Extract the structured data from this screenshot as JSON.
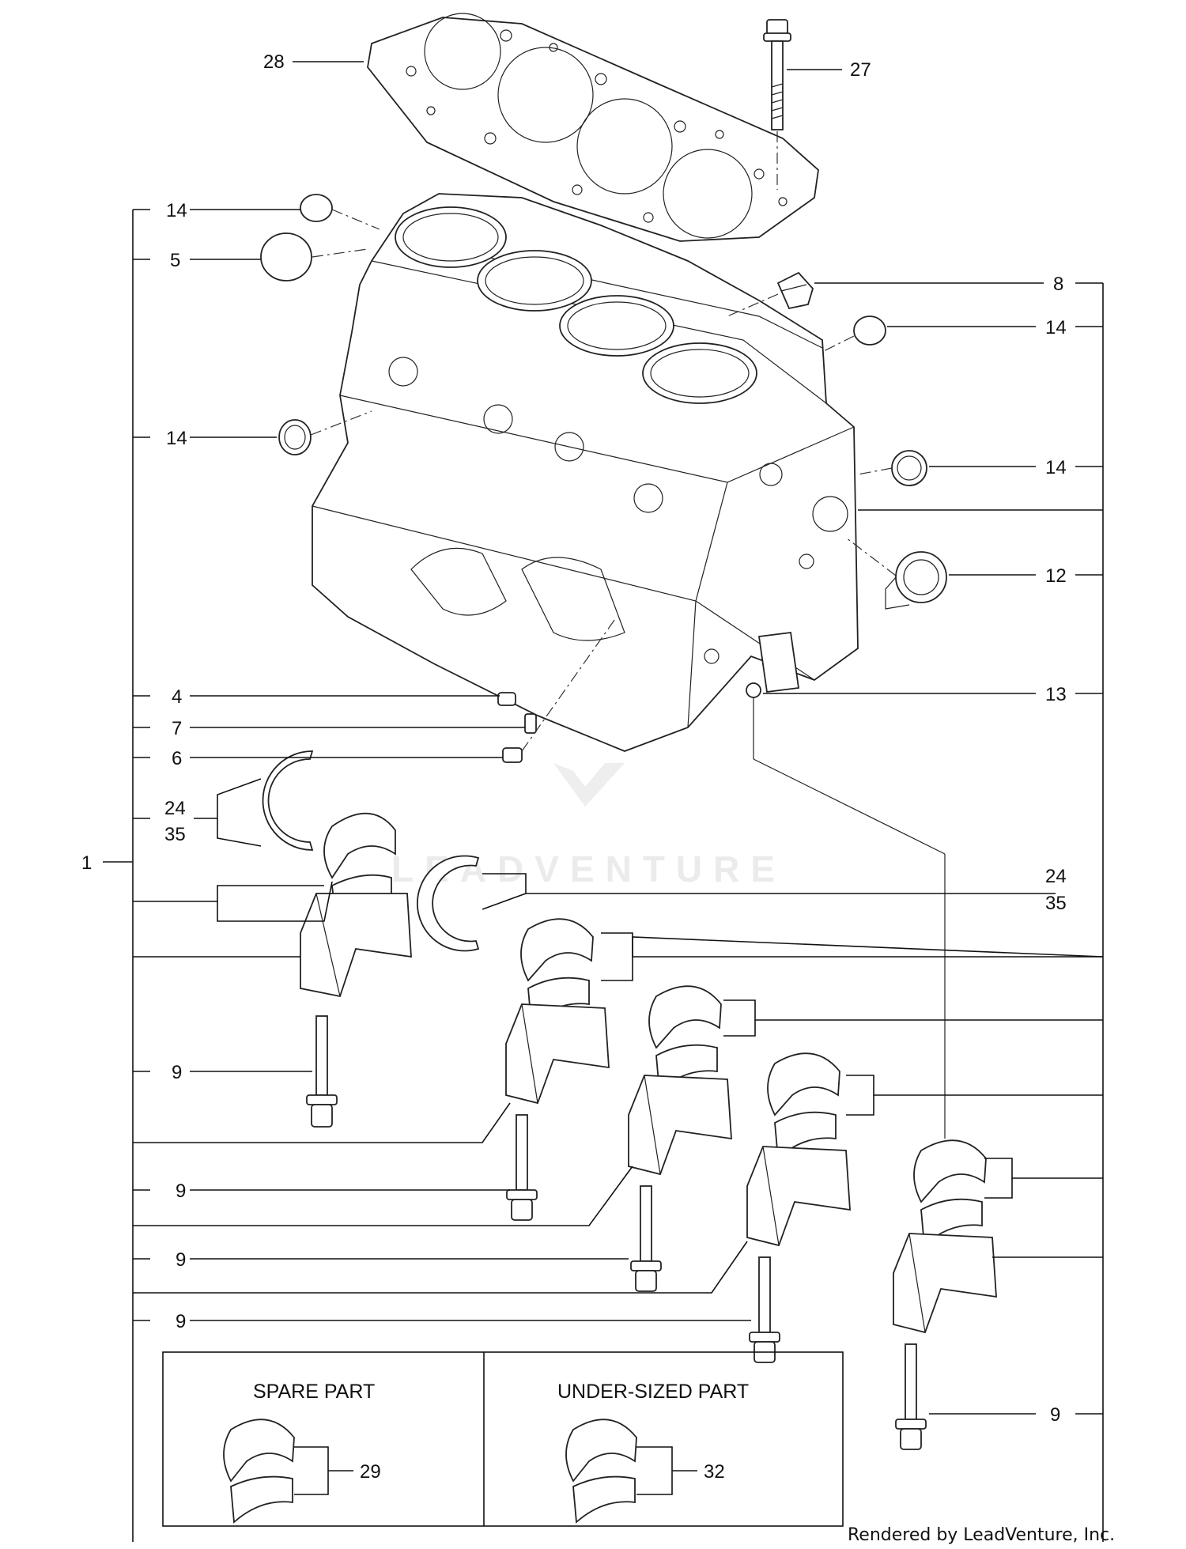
{
  "callouts": {
    "c1": "1",
    "c4": "4",
    "c5": "5",
    "c6": "6",
    "c7": "7",
    "c8": "8",
    "c9a": "9",
    "c9b": "9",
    "c9c": "9",
    "c9d": "9",
    "c9e": "9",
    "c12": "12",
    "c13": "13",
    "c14a": "14",
    "c14b": "14",
    "c14c": "14",
    "c14d": "14",
    "c24a": "24",
    "c35a": "35",
    "c24b": "24",
    "c35b": "35",
    "c27": "27",
    "c28": "28",
    "c29": "29",
    "c32": "32"
  },
  "boxes": {
    "spare_title": "SPARE PART",
    "under_title": "UNDER-SIZED PART"
  },
  "watermark": "LEADVENTURE",
  "footer": "Rendered by LeadVenture, Inc."
}
